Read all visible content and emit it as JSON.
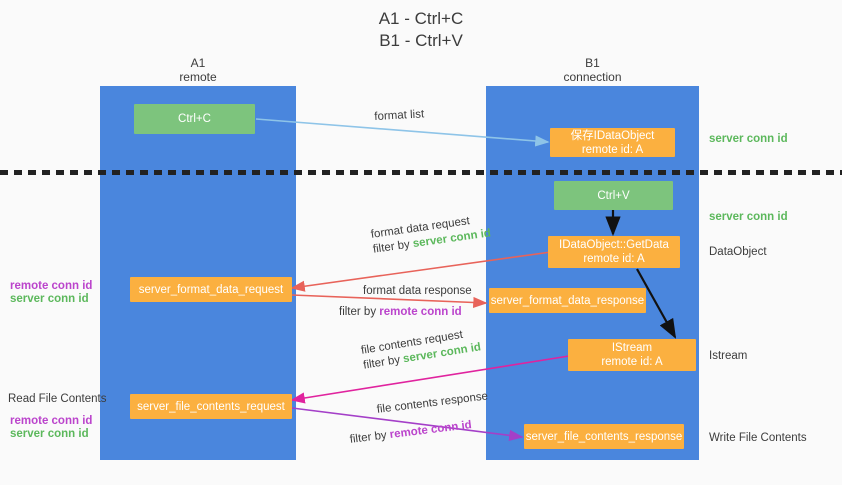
{
  "title": {
    "line1": "A1 - Ctrl+C",
    "line2": "B1 - Ctrl+V"
  },
  "columns": [
    {
      "name": "A1",
      "sub": "remote"
    },
    {
      "name": "B1",
      "sub": "connection"
    }
  ],
  "boxes": {
    "ctrl_c": "Ctrl+C",
    "ctrl_v": "Ctrl+V",
    "save_idataobject_l1": "保存IDataObject",
    "save_idataobject_l2": "remote id: A",
    "getdata_l1": "IDataObject::GetData",
    "getdata_l2": "remote id: A",
    "istream_l1": "IStream",
    "istream_l2": "remote id: A",
    "server_format_data_request": "server_format_data_request",
    "server_format_data_response": "server_format_data_response",
    "server_file_contents_request": "server_file_contents_request",
    "server_file_contents_response": "server_file_contents_response"
  },
  "edges": {
    "format_list": "format list",
    "format_data_request": "format data request",
    "format_data_request_filter_prefix": "filter by ",
    "format_data_request_filter_value": "server conn id",
    "format_data_response": "format data response",
    "format_data_response_filter_prefix": "filter by ",
    "format_data_response_filter_value": "remote conn id",
    "file_contents_request": "file contents request",
    "file_contents_request_filter_prefix": "filter by ",
    "file_contents_request_filter_value": "server conn id",
    "file_contents_response": "file contents response",
    "file_contents_response_filter_prefix": "filter by ",
    "file_contents_response_filter_value": "remote conn id"
  },
  "annotations": {
    "right_server_conn_id_top": "server conn id",
    "right_server_conn_id_mid": "server conn id",
    "right_dataobject": "DataObject",
    "right_istream": "Istream",
    "right_write_file_contents": "Write File Contents",
    "left_remote_conn_id_1": "remote conn id",
    "left_server_conn_id_1": "server conn id",
    "left_read_file_contents": "Read File Contents",
    "left_remote_conn_id_2": "remote conn id",
    "left_server_conn_id_2": "server conn id"
  },
  "colors": {
    "lane": "#4a86dd",
    "box_green": "#7dc47d",
    "box_orange": "#fbb040",
    "arrow_light_blue": "#8ec4e8",
    "arrow_red": "#e8635a",
    "arrow_black": "#111111",
    "arrow_magenta": "#e0239e",
    "arrow_purple": "#a43fc8",
    "text_green": "#5cb85c",
    "text_purple": "#bb44cc",
    "background": "#fafafa"
  }
}
